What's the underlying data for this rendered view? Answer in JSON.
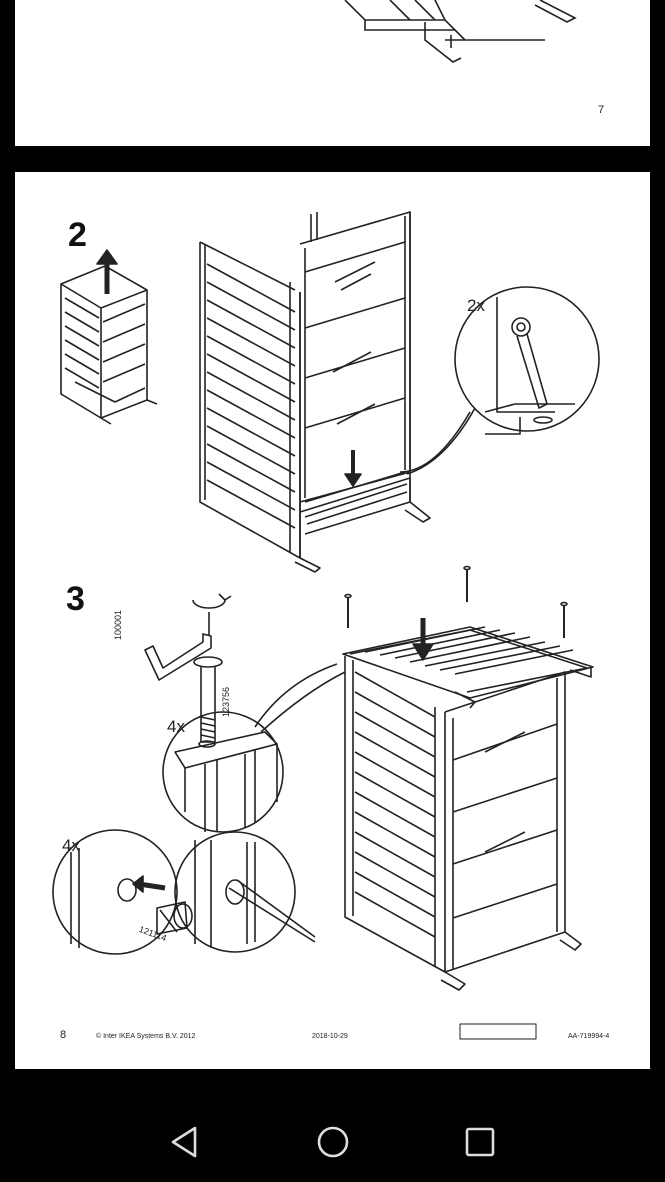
{
  "top_page": {
    "page_number": "7"
  },
  "main_page": {
    "step_2": {
      "number": "2",
      "quantity": "2x"
    },
    "step_3": {
      "number": "3",
      "tool_part": "100001",
      "bolt_part": "123756",
      "bolt_quantity": "4x",
      "dowel_quantity": "4x",
      "dowel_part": "121114"
    },
    "footer": {
      "page_number": "8",
      "copyright": "© Inter IKEA Systems B.V. 2012",
      "date": "2018-10-29",
      "article_code": "AA-719994-4"
    }
  },
  "nav": {
    "back_icon": "back-triangle-icon",
    "home_icon": "home-circle-icon",
    "recents_icon": "recents-square-icon"
  }
}
